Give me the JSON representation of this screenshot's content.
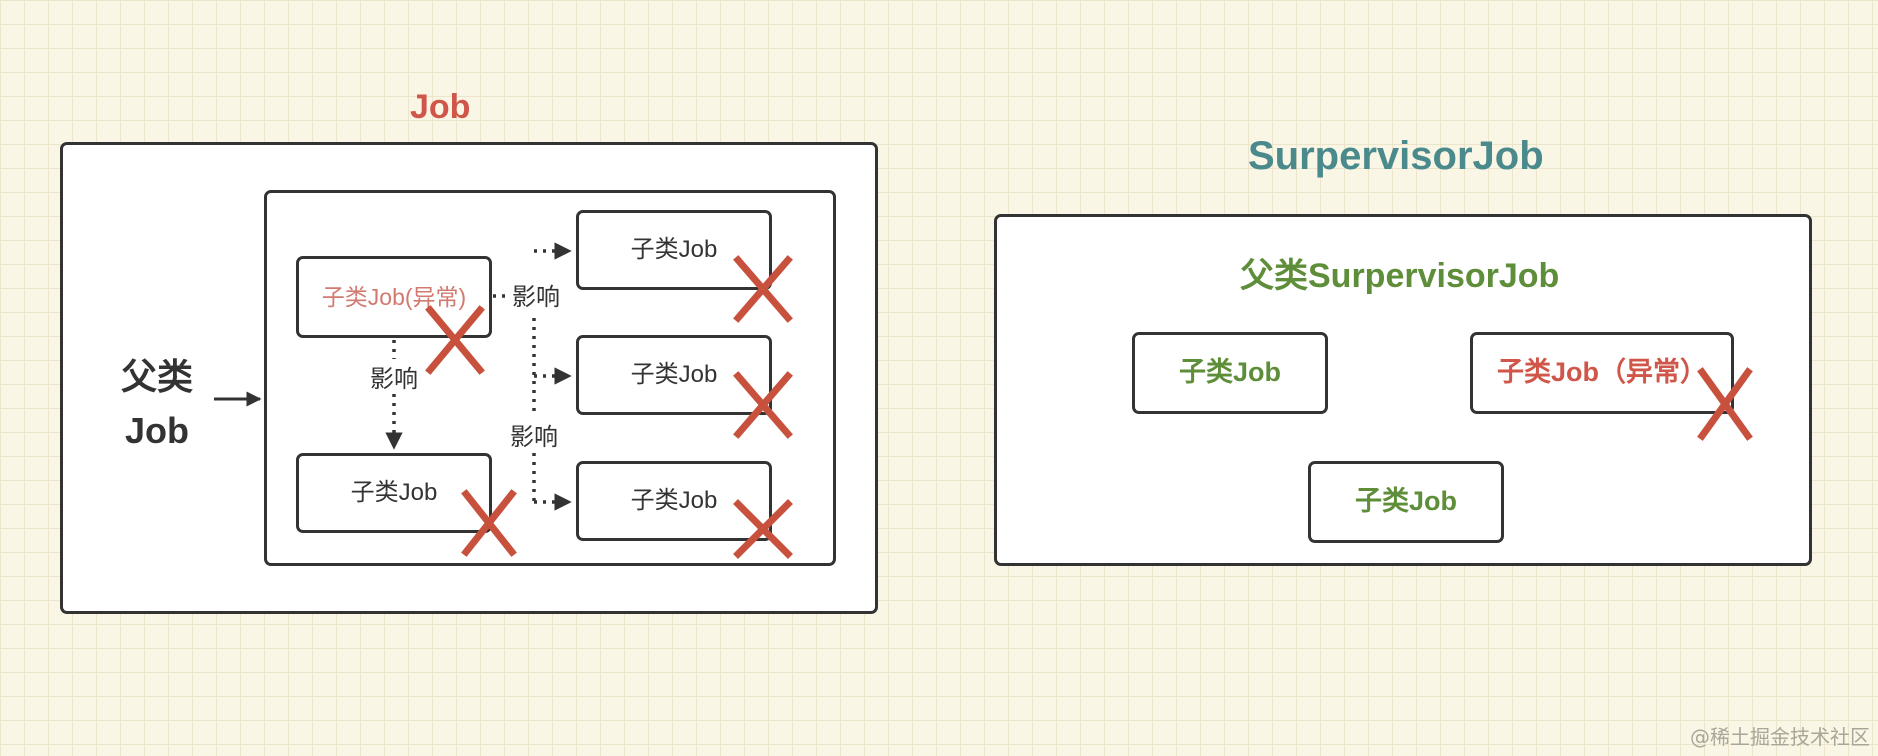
{
  "colors": {
    "red": "#d0564a",
    "teal": "#4a8a8c",
    "green": "#5f8e3a",
    "cross": "#c8513e",
    "dark": "#333333"
  },
  "left": {
    "title": "Job",
    "parent_line1": "父类",
    "parent_line2": "Job",
    "child_error": "子类Job(异常)",
    "child_bottom": "子类Job",
    "child_r1": "子类Job",
    "child_r2": "子类Job",
    "child_r3": "子类Job",
    "influence_down": "影响",
    "influence_right_top": "影响",
    "influence_right_mid": "影响"
  },
  "right": {
    "title": "SurpervisorJob",
    "parent": "父类SurpervisorJob",
    "child_a": "子类Job",
    "child_error": "子类Job（异常）",
    "child_c": "子类Job"
  },
  "watermark": "@稀土掘金技术社区"
}
